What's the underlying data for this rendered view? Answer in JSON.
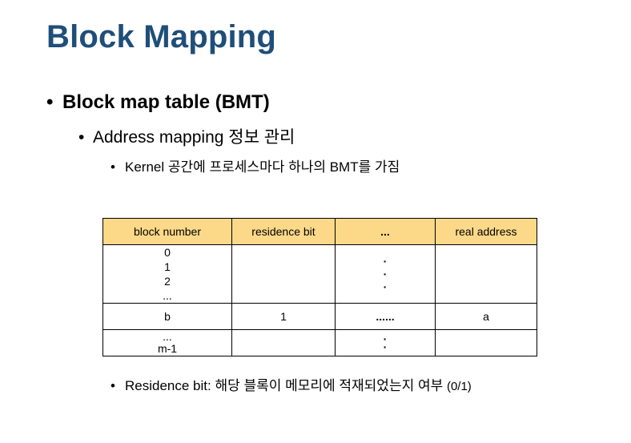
{
  "slide": {
    "title": "Block Mapping",
    "bullet1": "Block map table (BMT)",
    "bullet2": "Address mapping 정보 관리",
    "bullet3": "Kernel 공간에 프로세스마다 하나의 BMT를 가짐",
    "bullet4_main": "Residence bit: 해당 블록이 메모리에 적재되었는지 여부 ",
    "bullet4_small": "(0/1)"
  },
  "table": {
    "headers": [
      "block number",
      "residence bit",
      "...",
      "real address"
    ],
    "row1": {
      "block_numbers": [
        "0",
        "1",
        "2",
        "..."
      ],
      "dots": [
        "·",
        "·",
        "·"
      ]
    },
    "row2": {
      "block_number": "b",
      "residence_bit": "1",
      "ellipsis": "......",
      "real_address": "a"
    },
    "row3": {
      "block_numbers": [
        "...",
        "m-1"
      ],
      "dots": [
        "·",
        "·"
      ]
    }
  }
}
